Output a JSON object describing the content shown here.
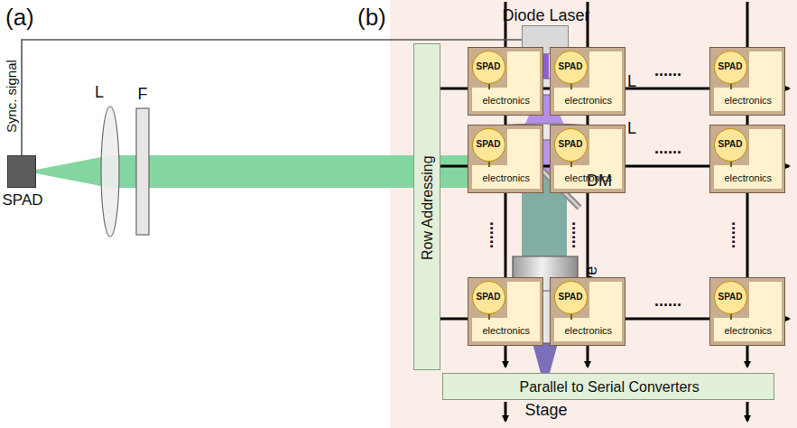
{
  "diagram": {
    "nodes": [
      {
        "text": [
          "Diode Laser"
        ]
      },
      {
        "text": [
          "SPAD"
        ]
      },
      {
        "text": [
          "Objective"
        ]
      },
      {
        "text": [
          "Stage"
        ]
      },
      {
        "text": [
          "Row Addressing"
        ]
      },
      {
        "text": [
          "Parallel to Serial Converters"
        ]
      },
      {
        "text": [
          "electronics"
        ]
      },
      {
        "text": [
          "SPAD"
        ],
        "in": 6
      },
      {
        "text": [
          "electronics"
        ]
      },
      {
        "text": [
          "SPAD"
        ],
        "in": 8
      },
      {
        "text": [
          "electronics"
        ]
      },
      {
        "text": [
          "SPAD"
        ],
        "in": 10
      },
      {
        "text": [
          "electronics"
        ]
      },
      {
        "text": [
          "SPAD"
        ],
        "in": 12
      },
      {
        "text": [
          "electronics"
        ]
      },
      {
        "text": [
          "SPAD"
        ],
        "in": 14
      },
      {
        "text": [
          "electronics"
        ]
      },
      {
        "text": [
          "SPAD"
        ],
        "in": 16
      },
      {
        "text": [
          "electronics"
        ]
      },
      {
        "text": [
          "SPAD"
        ],
        "in": 18
      },
      {
        "text": [
          "electronics"
        ]
      },
      {
        "text": [
          "SPAD"
        ],
        "in": 20
      },
      {
        "text": [
          "electronics"
        ]
      },
      {
        "text": [
          "SPAD"
        ],
        "in": 22
      }
    ],
    "edges": [
      {
        "from": 0,
        "to": 1,
        "label": "Sync. signal",
        "arrow": "none"
      }
    ],
    "labels": [
      "(a)",
      "L",
      "L",
      "DM",
      "L",
      "F",
      "(b)",
      "......",
      "......",
      "......",
      "......",
      "......",
      "......"
    ]
  }
}
